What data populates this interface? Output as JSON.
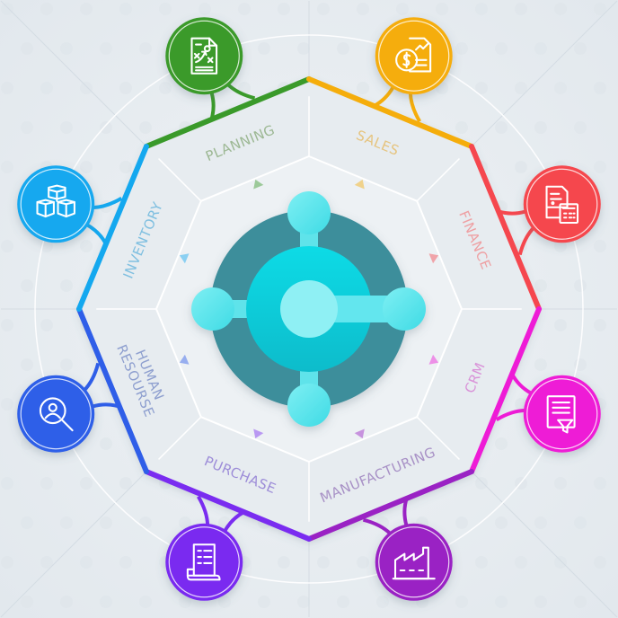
{
  "diagram": {
    "hub_icon": "business-central-logo",
    "colors": {
      "background": "#e8edf1",
      "hub_dark": "#3c8f9c",
      "hub_mid": "#16cfdc",
      "hub_light": "#6ee7ee"
    },
    "modules": [
      {
        "label": "PLANNING",
        "color": "#3a9a2a",
        "text_color": "#9db894",
        "icon": "strategy-document-icon"
      },
      {
        "label": "SALES",
        "color": "#f5ad0b",
        "text_color": "#e6c47f",
        "icon": "sales-report-icon"
      },
      {
        "label": "FINANCE",
        "color": "#f5474e",
        "text_color": "#eea0a3",
        "icon": "finance-calculator-icon"
      },
      {
        "label": "CRM",
        "color": "#ee1bd6",
        "text_color": "#d992d8",
        "icon": "crm-funnel-icon"
      },
      {
        "label": "MANUFACTURING",
        "color": "#9a22c4",
        "text_color": "#a891c6",
        "icon": "factory-icon"
      },
      {
        "label": "PURCHASE",
        "color": "#7a2cf0",
        "text_color": "#9d8dd8",
        "icon": "purchase-receipt-icon"
      },
      {
        "label": "HUMAN RESOURSE",
        "label_lines": [
          "HUMAN",
          "RESOURSE"
        ],
        "color": "#2f5ee8",
        "text_color": "#8e9fcf",
        "icon": "hr-search-person-icon"
      },
      {
        "label": "INVENTORY",
        "color": "#14a8ef",
        "text_color": "#7fbfe0",
        "icon": "inventory-boxes-icon"
      }
    ]
  }
}
